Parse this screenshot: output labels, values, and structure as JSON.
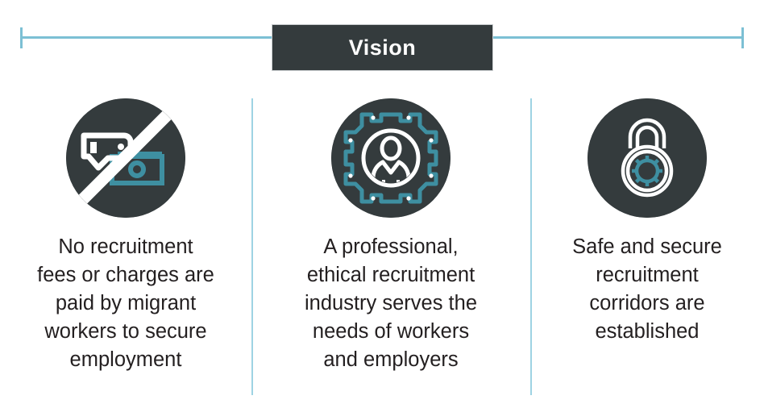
{
  "header": {
    "title": "Vision",
    "rule_color": "#7cc0d4",
    "plate_bg": "#343b3d",
    "plate_text_color": "#ffffff"
  },
  "theme": {
    "dark": "#343b3d",
    "teal": "#3e8fa1",
    "light_blue_rule": "#7cc0d4",
    "divider_blue": "#9ed3e3",
    "white": "#ffffff",
    "body_text": "#231f20",
    "background": "#ffffff"
  },
  "columns": [
    {
      "icon_name": "no-recruitment-fees-icon",
      "icon_description": "hand holding banknotes with diagonal prohibition slash",
      "caption": "No recruitment\nfees or charges are\npaid by migrant\nworkers to secure\nemployment"
    },
    {
      "icon_name": "ethical-recruitment-gear-person-icon",
      "icon_description": "gear outline enclosing a person silhouette in a ring",
      "caption": "A professional,\nethical recruitment\nindustry serves the\nneeds of workers\nand employers"
    },
    {
      "icon_name": "safe-corridors-padlock-icon",
      "icon_description": "combination padlock with dial and tick marks",
      "caption": "Safe and secure\nrecruitment\ncorridors are\nestablished"
    }
  ]
}
